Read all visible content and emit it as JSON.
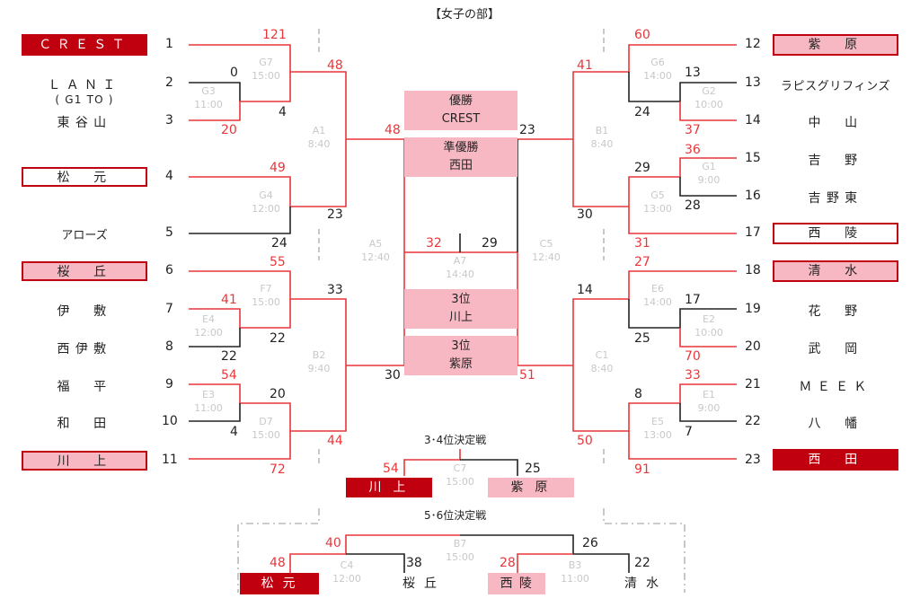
{
  "title": "【女子の部】",
  "colors": {
    "red": "#e8373a",
    "dark_red": "#c0000f",
    "pink": "#f7b8c3",
    "black": "#222222",
    "gray": "#c8c8c8"
  },
  "teams_left": [
    {
      "no": "1",
      "name": "ＣＲＥＳＴ",
      "style": "dark"
    },
    {
      "no": "2",
      "name": "ＬＡＮＩ",
      "sub": "( G1 TO )",
      "style": "plain"
    },
    {
      "no": "3",
      "name": "東谷山",
      "style": "plain"
    },
    {
      "no": "4",
      "name": "松　元",
      "style": "outline"
    },
    {
      "no": "5",
      "name": "アローズ",
      "style": "plain"
    },
    {
      "no": "6",
      "name": "桜　丘",
      "style": "outline"
    },
    {
      "no": "7",
      "name": "伊　敷",
      "style": "plain"
    },
    {
      "no": "8",
      "name": "西伊敷",
      "style": "plain"
    },
    {
      "no": "9",
      "name": "福　平",
      "style": "plain"
    },
    {
      "no": "10",
      "name": "和　田",
      "style": "plain"
    },
    {
      "no": "11",
      "name": "川　上",
      "style": "outline"
    }
  ],
  "teams_right": [
    {
      "no": "12",
      "name": "紫　原",
      "style": "outline"
    },
    {
      "no": "13",
      "name": "ラピスグリフィンズ",
      "style": "plain"
    },
    {
      "no": "14",
      "name": "中　山",
      "style": "plain"
    },
    {
      "no": "15",
      "name": "吉　野",
      "style": "plain"
    },
    {
      "no": "16",
      "name": "吉野東",
      "style": "plain"
    },
    {
      "no": "17",
      "name": "西　陵",
      "style": "outline"
    },
    {
      "no": "18",
      "name": "清　水",
      "style": "outline"
    },
    {
      "no": "19",
      "name": "花　野",
      "style": "plain"
    },
    {
      "no": "20",
      "name": "武　岡",
      "style": "plain"
    },
    {
      "no": "21",
      "name": "ＭＥＥＫ",
      "style": "plain"
    },
    {
      "no": "22",
      "name": "八　幡",
      "style": "plain"
    },
    {
      "no": "23",
      "name": "西　田",
      "style": "dark"
    }
  ],
  "games": {
    "G7": {
      "label": "G7",
      "time": "15:00"
    },
    "G3": {
      "label": "G3",
      "time": "11:00"
    },
    "G4": {
      "label": "G4",
      "time": "12:00"
    },
    "A1": {
      "label": "A1",
      "time": "8:40"
    },
    "F7": {
      "label": "F7",
      "time": "15:00"
    },
    "E4": {
      "label": "E4",
      "time": "12:00"
    },
    "E3": {
      "label": "E3",
      "time": "11:00"
    },
    "D7": {
      "label": "D7",
      "time": "15:00"
    },
    "B2": {
      "label": "B2",
      "time": "9:40"
    },
    "A5": {
      "label": "A5",
      "time": "12:40"
    },
    "A7": {
      "label": "A7",
      "time": "14:40"
    },
    "C5": {
      "label": "C5",
      "time": "12:40"
    },
    "G6": {
      "label": "G6",
      "time": "14:00"
    },
    "G2": {
      "label": "G2",
      "time": "10:00"
    },
    "B1": {
      "label": "B1",
      "time": "8:40"
    },
    "G1": {
      "label": "G1",
      "time": "9:00"
    },
    "G5": {
      "label": "G5",
      "time": "13:00"
    },
    "E6": {
      "label": "E6",
      "time": "14:00"
    },
    "E2": {
      "label": "E2",
      "time": "10:00"
    },
    "C1": {
      "label": "C1",
      "time": "8:40"
    },
    "E1": {
      "label": "E1",
      "time": "9:00"
    },
    "E5": {
      "label": "E5",
      "time": "13:00"
    },
    "C7": {
      "label": "C7",
      "time": "15:00"
    },
    "B7": {
      "label": "B7",
      "time": "15:00"
    },
    "C4": {
      "label": "C4",
      "time": "12:00"
    },
    "B3": {
      "label": "B3",
      "time": "11:00"
    }
  },
  "scores": {
    "s121": "121",
    "s0": "0",
    "s4": "4",
    "s20": "20",
    "s48a": "48",
    "s49": "49",
    "s23a": "23",
    "s24a": "24",
    "s48b": "48",
    "s55": "55",
    "s33": "33",
    "s41a": "41",
    "s22a": "22",
    "s22b": "22",
    "s54a": "54",
    "s20b": "20",
    "s4b": "4",
    "s44": "44",
    "s72": "72",
    "s30a": "30",
    "s32": "32",
    "s29": "29",
    "s60": "60",
    "s13a": "13",
    "s24b": "24",
    "s37": "37",
    "s41b": "41",
    "s23b": "23",
    "s36": "36",
    "s29b": "29",
    "s28": "28",
    "s31": "31",
    "s30b": "30",
    "s27": "27",
    "s17": "17",
    "s14": "14",
    "s25": "25",
    "s70": "70",
    "s33b": "33",
    "s8": "8",
    "s7": "7",
    "s50": "50",
    "s91": "91",
    "s51": "51",
    "s54b": "54",
    "s25b": "25",
    "s40": "40",
    "s26": "26",
    "s48c": "48",
    "s38": "38",
    "s28b": "28",
    "s22c": "22"
  },
  "results": {
    "champion_title": "優勝",
    "champion": "CREST",
    "runnerup_title": "準優勝",
    "runnerup": "西田",
    "third1_title": "3位",
    "third1": "川上",
    "third2_title": "3位",
    "third2": "紫原"
  },
  "third_place": {
    "title": "3･4位決定戦",
    "left_team": "川 上",
    "right_team": "紫 原"
  },
  "fifth_place": {
    "title": "5･6位決定戦",
    "team1": "松 元",
    "team2": "桜 丘",
    "team3": "西 陵",
    "team4": "清 水"
  }
}
